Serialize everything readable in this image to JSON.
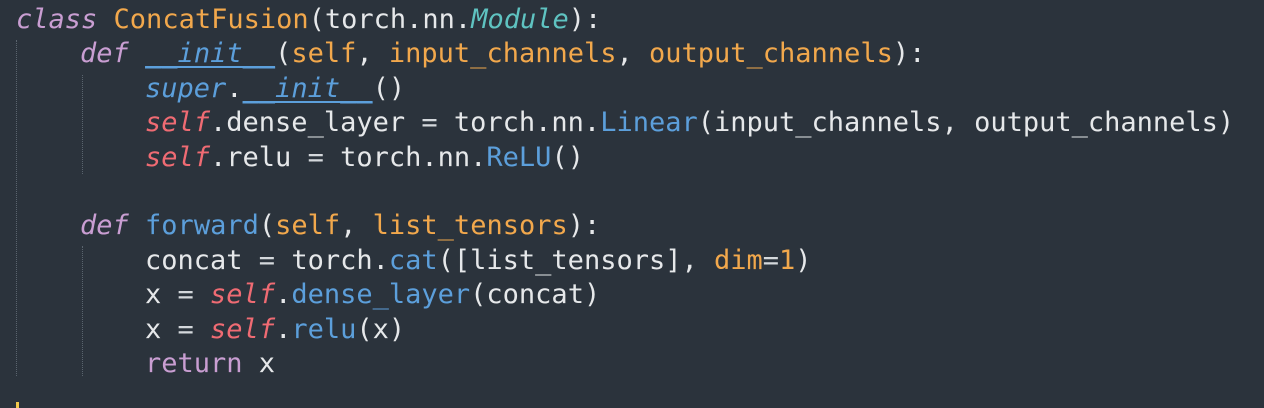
{
  "editor": {
    "language": "python",
    "colors": {
      "background": "#2b333c",
      "keyword": "#c99ed2",
      "class_name": "#f2a84c",
      "module": "#5fc3c1",
      "function": "#5c9fdb",
      "parameter": "#f2a84c",
      "self": "#ef6b73",
      "text": "#e6e8ea"
    },
    "lines": [
      {
        "indent": 0,
        "tokens": [
          {
            "t": "class",
            "k": "kw"
          },
          {
            "t": " ",
            "k": "plain"
          },
          {
            "t": "ConcatFusion",
            "k": "cls"
          },
          {
            "t": "(torch.nn.",
            "k": "punc"
          },
          {
            "t": "Module",
            "k": "inh"
          },
          {
            "t": "):",
            "k": "punc"
          }
        ]
      },
      {
        "indent": 1,
        "tokens": [
          {
            "t": "def",
            "k": "kw"
          },
          {
            "t": " ",
            "k": "plain"
          },
          {
            "t": "__init__",
            "k": "fn-it ul"
          },
          {
            "t": "(",
            "k": "punc"
          },
          {
            "t": "self",
            "k": "param"
          },
          {
            "t": ", ",
            "k": "punc"
          },
          {
            "t": "input_channels",
            "k": "param"
          },
          {
            "t": ", ",
            "k": "punc"
          },
          {
            "t": "output_channels",
            "k": "param"
          },
          {
            "t": "):",
            "k": "punc"
          }
        ]
      },
      {
        "indent": 2,
        "tokens": [
          {
            "t": "super",
            "k": "fn-it"
          },
          {
            "t": ".",
            "k": "punc"
          },
          {
            "t": "__init__",
            "k": "fn-it ul"
          },
          {
            "t": "()",
            "k": "punc"
          }
        ]
      },
      {
        "indent": 2,
        "tokens": [
          {
            "t": "self",
            "k": "slf"
          },
          {
            "t": ".dense_layer ",
            "k": "plain"
          },
          {
            "t": "=",
            "k": "op"
          },
          {
            "t": " torch.nn.",
            "k": "plain"
          },
          {
            "t": "Linear",
            "k": "fn"
          },
          {
            "t": "(input_channels, output_channels)",
            "k": "plain"
          }
        ]
      },
      {
        "indent": 2,
        "tokens": [
          {
            "t": "self",
            "k": "slf"
          },
          {
            "t": ".relu ",
            "k": "plain"
          },
          {
            "t": "=",
            "k": "op"
          },
          {
            "t": " torch.nn.",
            "k": "plain"
          },
          {
            "t": "ReLU",
            "k": "fn"
          },
          {
            "t": "()",
            "k": "plain"
          }
        ]
      },
      {
        "indent": 0,
        "tokens": []
      },
      {
        "indent": 1,
        "tokens": [
          {
            "t": "def",
            "k": "kw"
          },
          {
            "t": " ",
            "k": "plain"
          },
          {
            "t": "forward",
            "k": "fn"
          },
          {
            "t": "(",
            "k": "punc"
          },
          {
            "t": "self",
            "k": "param"
          },
          {
            "t": ", ",
            "k": "punc"
          },
          {
            "t": "list_tensors",
            "k": "param"
          },
          {
            "t": "):",
            "k": "punc"
          }
        ]
      },
      {
        "indent": 2,
        "tokens": [
          {
            "t": "concat ",
            "k": "plain"
          },
          {
            "t": "=",
            "k": "op"
          },
          {
            "t": " torch.",
            "k": "plain"
          },
          {
            "t": "cat",
            "k": "fn"
          },
          {
            "t": "([list_tensors], ",
            "k": "plain"
          },
          {
            "t": "dim",
            "k": "param"
          },
          {
            "t": "=",
            "k": "op"
          },
          {
            "t": "1",
            "k": "num"
          },
          {
            "t": ")",
            "k": "plain"
          }
        ]
      },
      {
        "indent": 2,
        "tokens": [
          {
            "t": "x ",
            "k": "plain"
          },
          {
            "t": "=",
            "k": "op"
          },
          {
            "t": " ",
            "k": "plain"
          },
          {
            "t": "self",
            "k": "slf"
          },
          {
            "t": ".",
            "k": "plain"
          },
          {
            "t": "dense_layer",
            "k": "fn"
          },
          {
            "t": "(concat)",
            "k": "plain"
          }
        ]
      },
      {
        "indent": 2,
        "tokens": [
          {
            "t": "x ",
            "k": "plain"
          },
          {
            "t": "=",
            "k": "op"
          },
          {
            "t": " ",
            "k": "plain"
          },
          {
            "t": "self",
            "k": "slf"
          },
          {
            "t": ".",
            "k": "plain"
          },
          {
            "t": "relu",
            "k": "fn"
          },
          {
            "t": "(x)",
            "k": "plain"
          }
        ]
      },
      {
        "indent": 2,
        "tokens": [
          {
            "t": "return",
            "k": "kw-ret"
          },
          {
            "t": " x",
            "k": "plain"
          }
        ]
      }
    ]
  }
}
